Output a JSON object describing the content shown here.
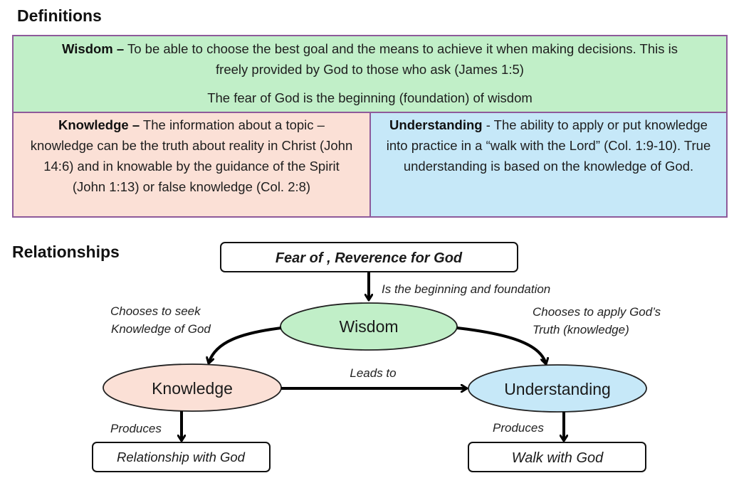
{
  "definitions": {
    "title": "Definitions",
    "wisdom": {
      "term": "Wisdom –",
      "text": " To be able to choose the best goal and the means to achieve it when making decisions. This is freely provided by God to those who ask (James 1:5)",
      "note": "The fear of God is the beginning (foundation) of wisdom",
      "color": "#c1efc8"
    },
    "knowledge": {
      "term": "Knowledge –",
      "text": " The information about a topic – knowledge can be the truth about reality in Christ (John 14:6) and in knowable by the guidance of the Spirit (John 1:13) or false knowledge (Col. 2:8)",
      "color": "#fbe0d6"
    },
    "understanding": {
      "term": "Understanding",
      "text": " - The ability to apply or put knowledge into practice in a “walk with the Lord” (Col. 1:9-10). True understanding is based on the knowledge of God.",
      "color": "#c6e8f8"
    },
    "border_color": "#8e5a9a"
  },
  "relationships": {
    "title": "Relationships",
    "nodes": {
      "fear": "Fear of , Reverence for God",
      "wisdom": "Wisdom",
      "knowledge": "Knowledge",
      "understanding": "Understanding",
      "relationship": "Relationship with God",
      "walk": "Walk with God"
    },
    "edges": {
      "fear_to_wisdom": "Is the beginning and foundation",
      "wisdom_to_knowledge_line1": "Chooses to seek",
      "wisdom_to_knowledge_line2": "Knowledge of God",
      "wisdom_to_understanding_line1": "Chooses to apply God’s",
      "wisdom_to_understanding_line2": "Truth (knowledge)",
      "knowledge_to_understanding": "Leads to",
      "knowledge_to_relationship": "Produces",
      "understanding_to_walk": "Produces"
    },
    "colors": {
      "wisdom": "#c1efc8",
      "knowledge": "#fbe0d6",
      "understanding": "#c6e8f8"
    }
  }
}
